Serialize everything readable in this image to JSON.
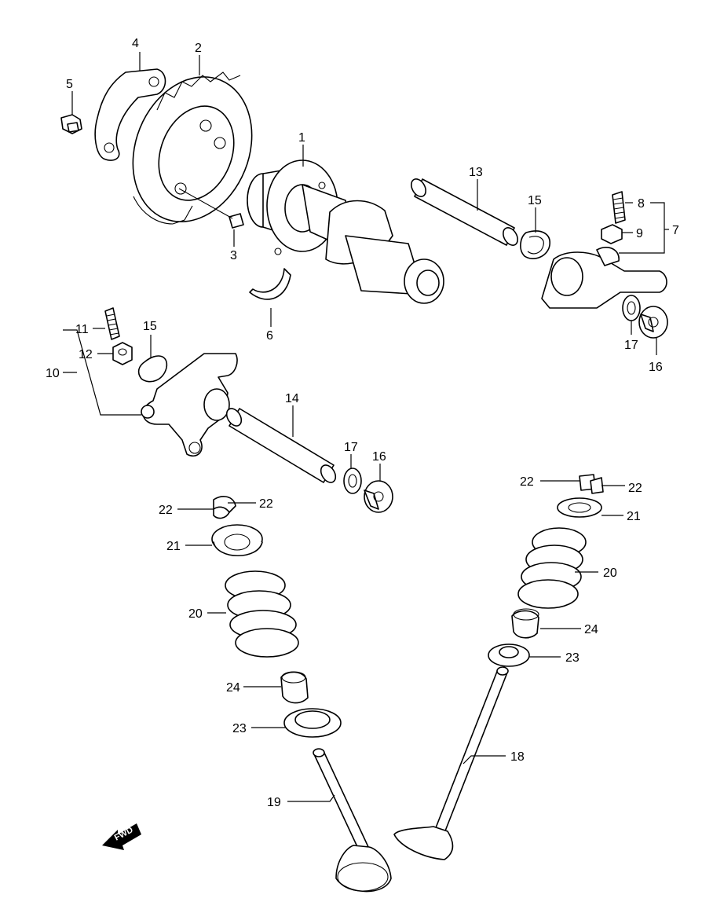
{
  "diagram": {
    "callouts": {
      "c1": "1",
      "c2": "2",
      "c3": "3",
      "c4": "4",
      "c5": "5",
      "c6": "6",
      "c7": "7",
      "c8": "8",
      "c9": "9",
      "c10": "10",
      "c11": "11",
      "c12": "12",
      "c13": "13",
      "c14": "14",
      "c15a": "15",
      "c15b": "15",
      "c16a": "16",
      "c16b": "16",
      "c17a": "17",
      "c17b": "17",
      "c18": "18",
      "c19": "19",
      "c20a": "20",
      "c20b": "20",
      "c21a": "21",
      "c21b": "21",
      "c22a": "22",
      "c22b": "22",
      "c22c": "22",
      "c22d": "22",
      "c23a": "23",
      "c23b": "23",
      "c24a": "24",
      "c24b": "24"
    },
    "fwd_label": "FWD"
  }
}
